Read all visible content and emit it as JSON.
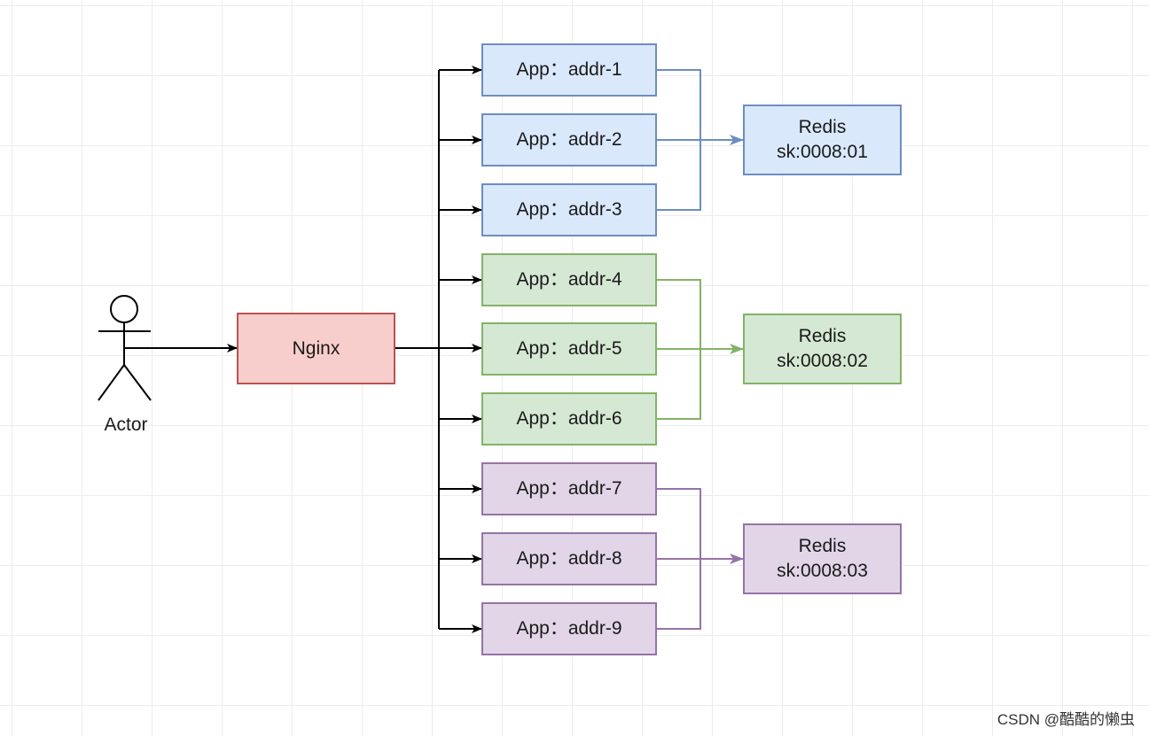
{
  "actor": {
    "label": "Actor"
  },
  "nginx": {
    "label": "Nginx"
  },
  "apps": [
    {
      "label": "App：addr-1",
      "group": "blue"
    },
    {
      "label": "App：addr-2",
      "group": "blue"
    },
    {
      "label": "App：addr-3",
      "group": "blue"
    },
    {
      "label": "App：addr-4",
      "group": "green"
    },
    {
      "label": "App：addr-5",
      "group": "green"
    },
    {
      "label": "App：addr-6",
      "group": "green"
    },
    {
      "label": "App：addr-7",
      "group": "purple"
    },
    {
      "label": "App：addr-8",
      "group": "purple"
    },
    {
      "label": "App：addr-9",
      "group": "purple"
    }
  ],
  "redis": [
    {
      "title": "Redis",
      "subtitle": "sk:0008:01",
      "group": "blue"
    },
    {
      "title": "Redis",
      "subtitle": "sk:0008:02",
      "group": "green"
    },
    {
      "title": "Redis",
      "subtitle": "sk:0008:03",
      "group": "purple"
    }
  ],
  "colors": {
    "blue_fill": "#dae8fc",
    "blue_stroke": "#6c8ebf",
    "green_fill": "#d5e8d4",
    "green_stroke": "#82b366",
    "purple_fill": "#e1d5e7",
    "purple_stroke": "#9673a6",
    "nginx_fill": "#f8cecc",
    "nginx_stroke": "#b85450",
    "connector": "#000000"
  },
  "watermark": "CSDN @酷酷的懒虫"
}
